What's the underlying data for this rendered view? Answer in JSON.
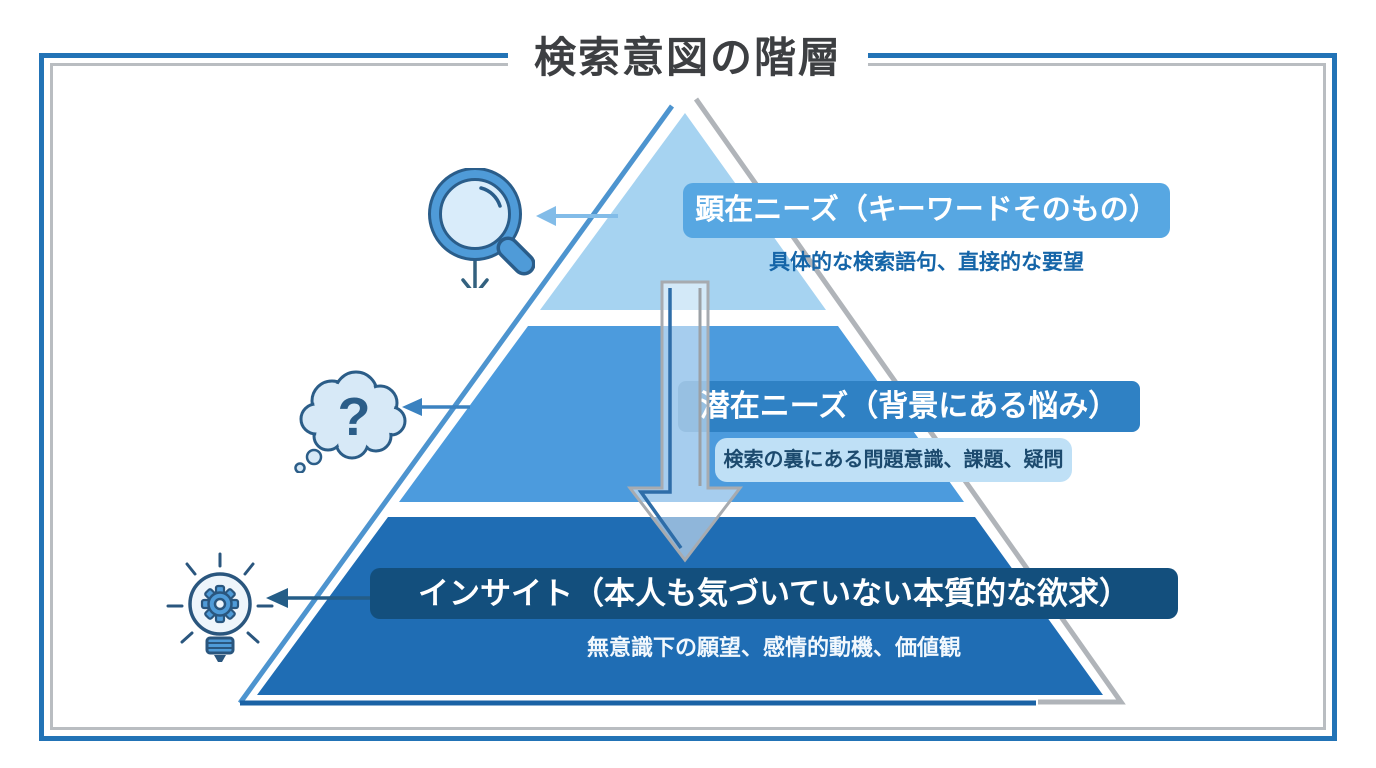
{
  "header": {
    "title": "検索意図の階層"
  },
  "levels": [
    {
      "id": "explicit-needs",
      "label": "顕在ニーズ（キーワードそのもの）",
      "caption": "具体的な検索語句、直接的な要望",
      "band_color": "#a6d3f1",
      "label_bg": "#57a7e2",
      "icon": "magnifier-icon"
    },
    {
      "id": "latent-needs",
      "label": "潜在ニーズ（背景にある悩み）",
      "caption": "検索の裏にある問題意識、課題、疑問",
      "band_color": "#4c9bdd",
      "label_bg": "#2f81c4",
      "icon": "thought-bubble-icon"
    },
    {
      "id": "insight",
      "label": "インサイト（本人も気づいていない本質的な欲求）",
      "caption": "無意識下の願望、感情的動機、価値観",
      "band_color": "#1f6db4",
      "label_bg": "#134f7d",
      "icon": "lightbulb-gear-icon"
    }
  ],
  "colors": {
    "frame_blue": "#2273b6",
    "frame_gray": "#b9bdc1",
    "title_text": "#3d3f42",
    "caption1_text": "#1565a8",
    "caption2_bg": "#bfe0f6",
    "caption2_text": "#1c4a6e",
    "outline_gray": "#b0b4b9",
    "outline_blue": "#4d94cf",
    "outline_dark": "#1a62a5",
    "arrow_top": "#82bce8",
    "arrow_mid": "#3b82c0",
    "arrow_bottom": "#245d87",
    "center_arrow_accent": "#2e6da8"
  }
}
